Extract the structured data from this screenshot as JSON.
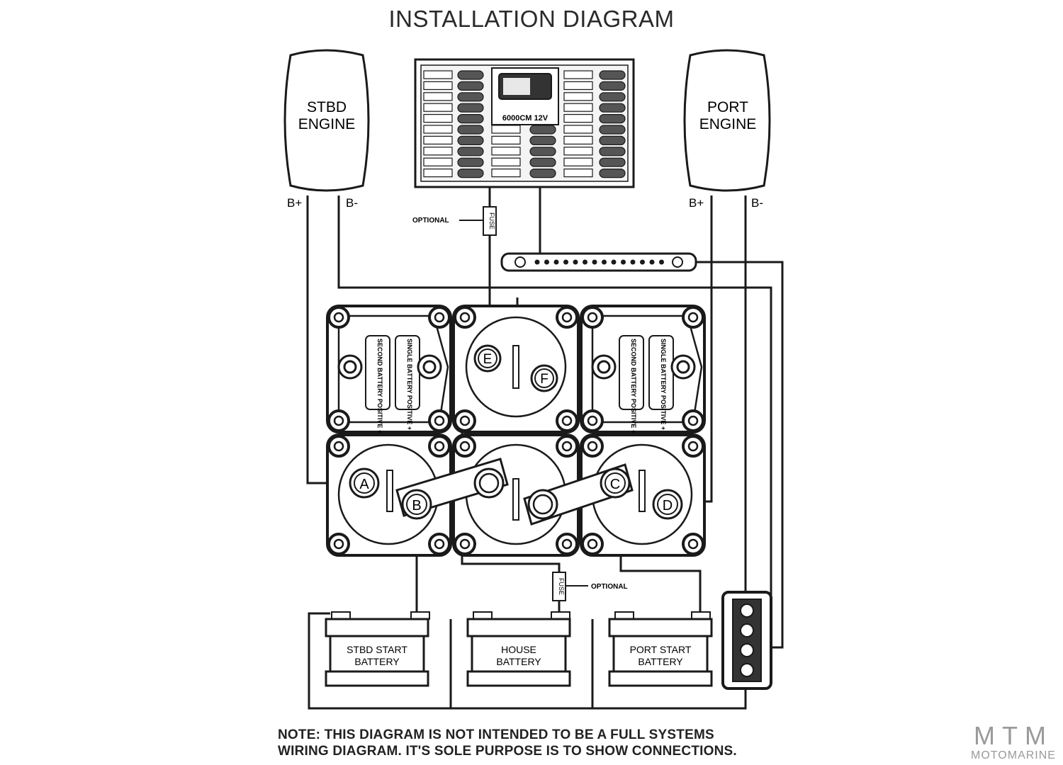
{
  "title": "INSTALLATION DIAGRAM",
  "engines": {
    "stbd": {
      "line1": "STBD",
      "line2": "ENGINE",
      "pos": "B+",
      "neg": "B-"
    },
    "port": {
      "line1": "PORT",
      "line2": "ENGINE",
      "pos": "B+",
      "neg": "B-"
    }
  },
  "panel": {
    "model": "6000CM 12V"
  },
  "fuse_label": "FUSE",
  "optional_label": "OPTIONAL",
  "switch_labels": {
    "left": "SINGLE BATTERY POSITIVE +",
    "right": "SECOND BATTERY POSITIVE +"
  },
  "terminals": [
    "A",
    "B",
    "C",
    "D",
    "E",
    "F"
  ],
  "batteries": [
    {
      "line1": "STBD START",
      "line2": "BATTERY"
    },
    {
      "line1": "HOUSE",
      "line2": "BATTERY"
    },
    {
      "line1": "PORT START",
      "line2": "BATTERY"
    }
  ],
  "note": {
    "line1": "NOTE: THIS DIAGRAM IS NOT INTENDED TO BE A FULL SYSTEMS",
    "line2": "WIRING DIAGRAM. IT'S SOLE PURPOSE IS TO SHOW CONNECTIONS."
  },
  "brand": {
    "letters": "MTM",
    "name": "MOTOMARINE"
  }
}
